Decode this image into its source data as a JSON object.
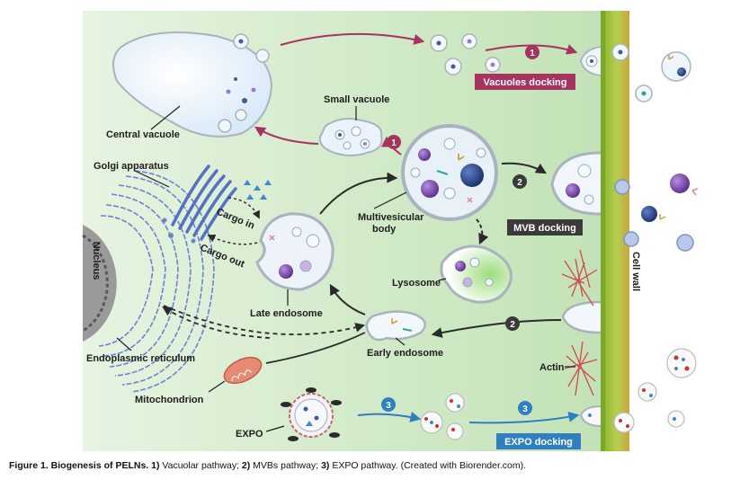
{
  "labels": {
    "central_vacuole": "Central vacuole",
    "small_vacuole": "Small vacuole",
    "golgi": "Golgi apparatus",
    "cargo_in": "Cargo in",
    "cargo_out": "Cargo out",
    "mvb_line1": "Multivesicular",
    "mvb_line2": "body",
    "late_endosome": "Late endosome",
    "lysosome": "Lysosome",
    "nucleus": "Nucleus",
    "er": "Endoplasmic reticulum",
    "early_endosome": "Early endosome",
    "mitochondrion": "Mitochondrion",
    "expo": "EXPO",
    "actin": "Actin",
    "cell_wall": "Cell wall"
  },
  "tags": {
    "vacuoles_docking": "Vacuoles docking",
    "mvb_docking": "MVB docking",
    "expo_docking": "EXPO  docking"
  },
  "steps": {
    "one_a": "1",
    "one_b": "1",
    "two_a": "2",
    "two_b": "2",
    "three_a": "3",
    "three_b": "3"
  },
  "caption": {
    "figure": "Figure 1. Biogenesis of PELNs.",
    "p1_num": "1)",
    "p1_text": " Vacuolar pathway;",
    "p2_num": "2)",
    "p2_text": " MVBs pathway;",
    "p3_num": "3)",
    "p3_text": " EXPO pathway. (Created with Biorender.com)."
  },
  "colors": {
    "pathway_vacuolar": "#a6345f",
    "pathway_mvb": "#3a3a3a",
    "pathway_expo": "#2f7fc1",
    "cytoplasm": "#cfe9c6",
    "cell_wall": "#9cbf3a"
  }
}
